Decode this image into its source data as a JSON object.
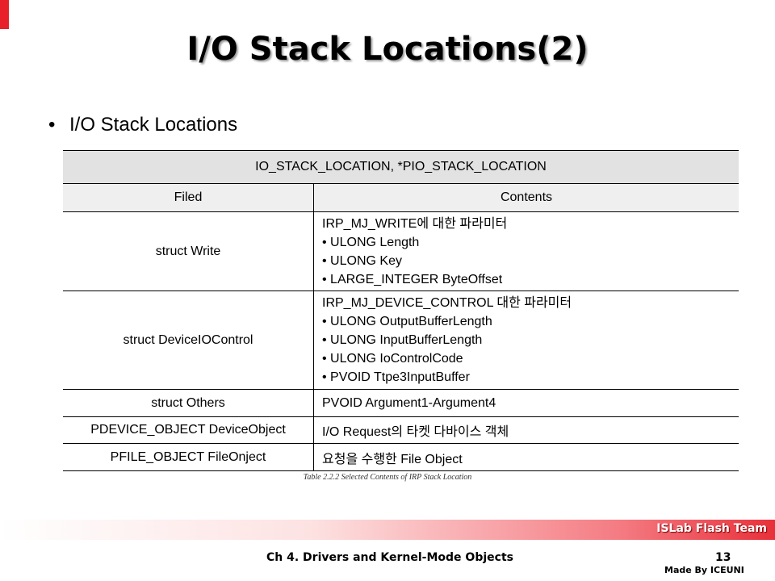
{
  "slide": {
    "title": "I/O Stack Locations(2)",
    "bullet": "I/O Stack Locations",
    "bullet_glyph": "•"
  },
  "table": {
    "header": "IO_STACK_LOCATION, *PIO_STACK_LOCATION",
    "columns": [
      "Filed",
      "Contents"
    ],
    "rows": [
      {
        "field": "struct Write",
        "lines": [
          "IRP_MJ_WRITE에 대한 파라미터",
          "• ULONG Length",
          "• ULONG Key",
          "• LARGE_INTEGER ByteOffset"
        ]
      },
      {
        "field": "struct DeviceIOControl",
        "lines": [
          "IRP_MJ_DEVICE_CONTROL 대한 파라미터",
          "• ULONG OutputBufferLength",
          "• ULONG InputBufferLength",
          "• ULONG IoControlCode",
          "• PVOID Ttpe3InputBuffer"
        ]
      },
      {
        "field": "struct Others",
        "lines": [
          "PVOID Argument1-Argument4"
        ]
      },
      {
        "field": "PDEVICE_OBJECT DeviceObject",
        "lines": [
          "I/O Request의 타켓 다바이스 객체"
        ]
      },
      {
        "field": "PFILE_OBJECT FileOnject",
        "lines": [
          "요청을 수행한 File Object"
        ]
      }
    ],
    "caption": "Table 2.2.2 Selected Contents of IRP Stack Location"
  },
  "footer": {
    "team": "ISLab Flash Team",
    "chapter": "Ch 4. Drivers and Kernel-Mode Objects",
    "page": "13",
    "made_by": "Made By ICEUNI"
  },
  "colors": {
    "accent": "#e8202a",
    "header_bg": "#e2e2e2"
  }
}
